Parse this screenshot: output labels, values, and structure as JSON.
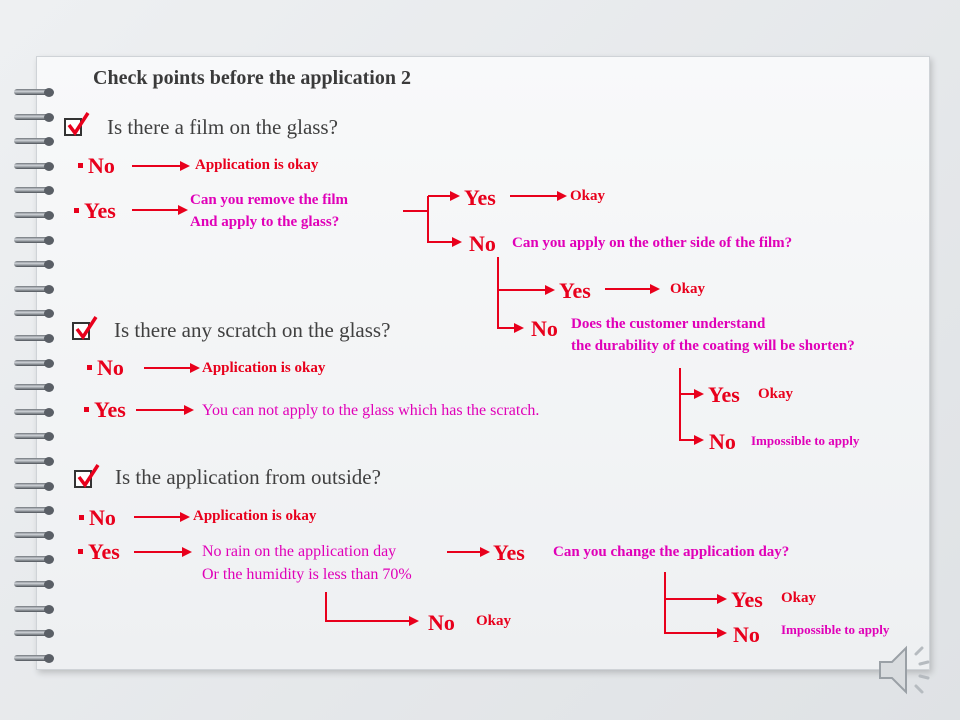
{
  "title": "Check points before the application 2",
  "questions": {
    "q1": "Is there a film on the glass?",
    "q2": "Is there any scratch on the glass?",
    "q3": "Is the application from outside?"
  },
  "labels": {
    "no": "No",
    "yes": "Yes"
  },
  "q1": {
    "no_result": "Application is okay",
    "yes_question_line1": "Can you remove the film",
    "yes_question_line2": "And apply to the glass?",
    "remove_yes_result": "Okay",
    "remove_no_question": "Can you apply on the other side of the film?",
    "other_side_yes_result": "Okay",
    "other_side_no_line1": "Does the customer understand",
    "other_side_no_line2": "the durability  of the coating will be shorten?",
    "understand_yes_result": "Okay",
    "understand_no_result": "Impossible  to apply"
  },
  "q2": {
    "no_result": "Application is okay",
    "yes_result": "You can not apply to the glass which has the scratch."
  },
  "q3": {
    "no_result": "Application is okay",
    "yes_condition_line1": "No rain  on the application  day",
    "yes_condition_line2": "Or the humidity  is less than 70%",
    "condition_yes_question": "Can you change the application day?",
    "change_yes_result": "Okay",
    "change_no_result": "Impossible  to apply",
    "condition_no_result": "Okay"
  },
  "icons": {
    "checkbox": "checked-checkbox-icon",
    "speaker": "speaker-icon",
    "binding": "spiral-binding-icon"
  },
  "colors": {
    "red": "#e8001c",
    "magenta": "#e000b8"
  }
}
